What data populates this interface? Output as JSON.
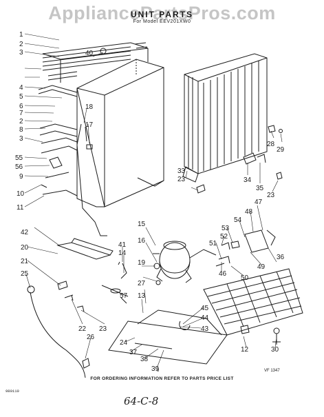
{
  "watermark": "AppliancePartsPros.com",
  "header": {
    "title": "UNIT PARTS",
    "model_line": "For Model EEV201XW0"
  },
  "callouts": [
    "1",
    "2",
    "3",
    "4",
    "5",
    "6",
    "7",
    "2",
    "8",
    "3",
    "55",
    "56",
    "9",
    "10",
    "11",
    "40",
    "18",
    "17",
    "33",
    "23",
    "28",
    "29",
    "34",
    "35",
    "23",
    "15",
    "16",
    "41",
    "14",
    "19",
    "27",
    "13",
    "57",
    "42",
    "20",
    "21",
    "25",
    "22",
    "23",
    "26",
    "24",
    "37",
    "38",
    "39",
    "45",
    "44",
    "43",
    "46",
    "47",
    "48",
    "54",
    "53",
    "52",
    "51",
    "49",
    "50",
    "36",
    "12",
    "30"
  ],
  "footer": {
    "note": "FOR ORDERING INFORMATION REFER TO PARTS PRICE LIST",
    "page_number": "8",
    "figure_code": "VF 1347",
    "date_code": "980110",
    "handwritten": "64-C-8"
  },
  "colors": {
    "ink": "#1a1a1a",
    "watermark": "#969696",
    "paper": "#ffffff"
  }
}
